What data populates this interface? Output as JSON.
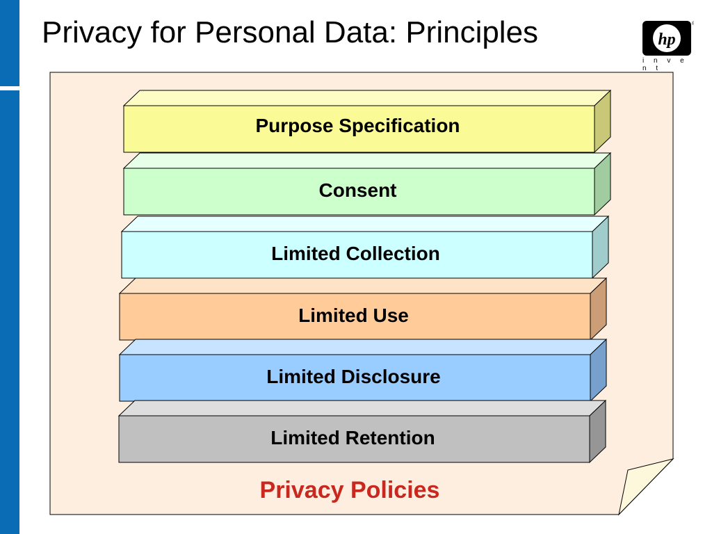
{
  "slide": {
    "title": "Privacy for Personal Data: Principles",
    "logo": {
      "mark": "hp",
      "tagline": "i n v e n t",
      "registered": "®"
    }
  },
  "diagram": {
    "container_label": "Privacy Policies",
    "container_label_color": "#c8281e",
    "container_fill": "#fdeee0",
    "layers": [
      {
        "label": "Purpose Specification",
        "front": "#fafa96",
        "top": "#fcfcc4",
        "side": "#c8c878"
      },
      {
        "label": "Consent",
        "front": "#ccffcc",
        "top": "#e6ffe6",
        "side": "#a0cca0"
      },
      {
        "label": "Limited Collection",
        "front": "#ccffff",
        "top": "#e6ffff",
        "side": "#a0cccc"
      },
      {
        "label": "Limited Use",
        "front": "#ffcc99",
        "top": "#ffe3c6",
        "side": "#cc9e78"
      },
      {
        "label": "Limited Disclosure",
        "front": "#99ccff",
        "top": "#c6e3ff",
        "side": "#78a0cc"
      },
      {
        "label": "Limited Retention",
        "front": "#c0c0c0",
        "top": "#dedede",
        "side": "#969696"
      }
    ]
  }
}
